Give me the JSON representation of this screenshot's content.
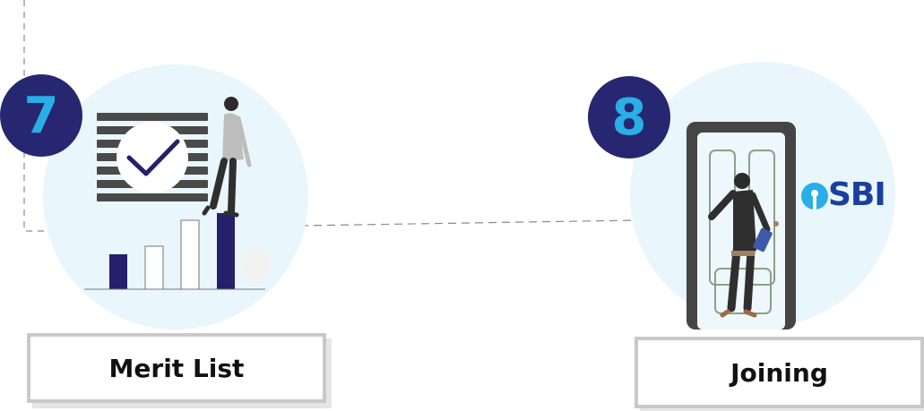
{
  "steps": [
    {
      "number": "7",
      "label": "Merit List",
      "illustration": "merit-list-checklist-and-bar-chart"
    },
    {
      "number": "8",
      "label": "Joining",
      "illustration": "person-entering-door"
    }
  ],
  "logo": {
    "text": "SBI",
    "icon": "sbi-keyhole-logo-icon"
  },
  "colors": {
    "badge_bg": "#262770",
    "badge_text": "#29aee6",
    "circle_bg": "#e9f6fc",
    "box_border": "#c9c9c9",
    "connector": "#8a8a8a",
    "dark_fill": "#4a4a4a",
    "navy": "#25206b",
    "sbi_blue": "#1a3f9e"
  }
}
